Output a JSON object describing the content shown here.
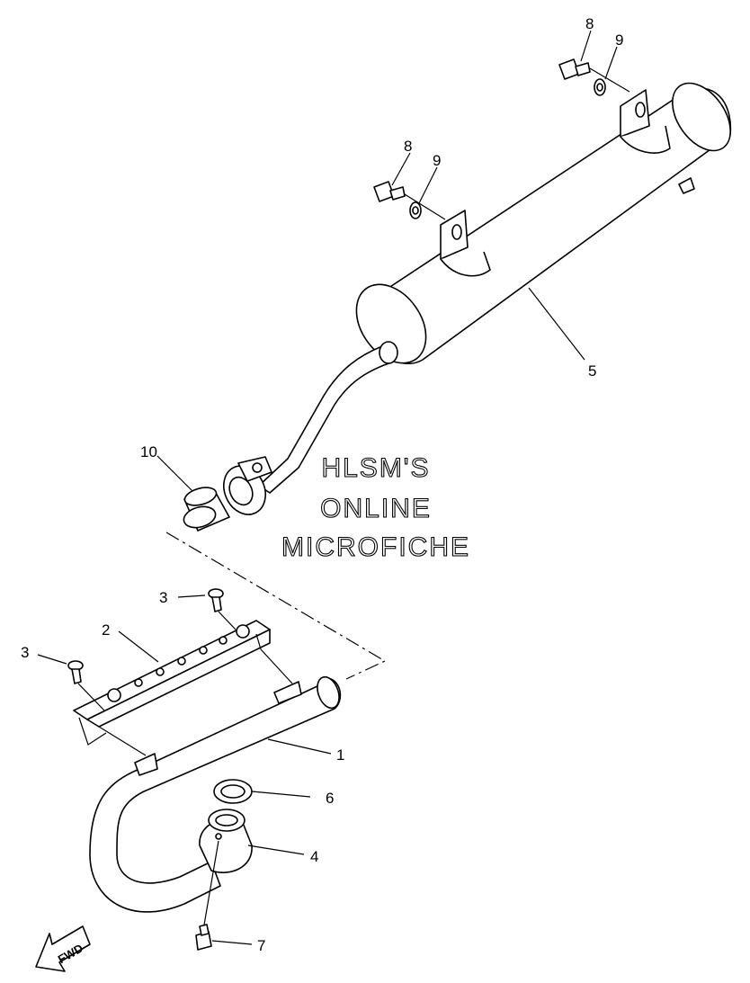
{
  "watermark": {
    "line1": "HLSM'S",
    "line2": "ONLINE",
    "line3": "MICROFICHE"
  },
  "direction_arrow": "FWD",
  "callouts": {
    "part_8a": "8",
    "part_9a": "9",
    "part_8b": "8",
    "part_9b": "9",
    "part_5": "5",
    "part_10": "10",
    "part_3a": "3",
    "part_3b": "3",
    "part_2": "2",
    "part_1": "1",
    "part_6": "6",
    "part_4": "4",
    "part_7": "7"
  }
}
